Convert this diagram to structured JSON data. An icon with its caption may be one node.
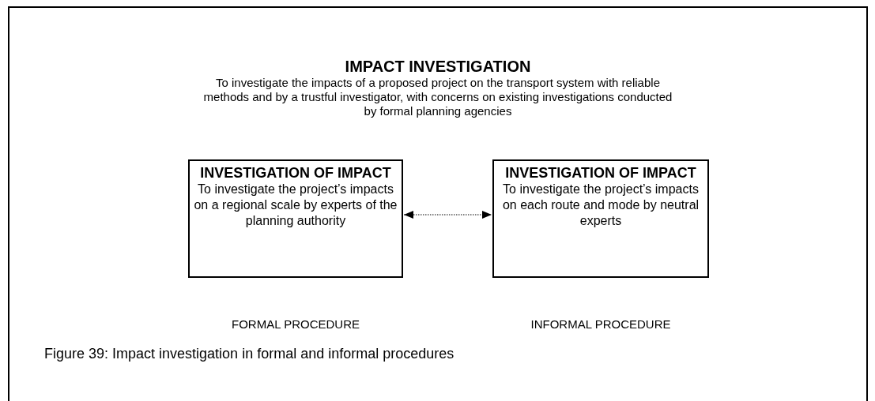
{
  "diagram": {
    "caption": "Figure 39: Impact investigation in formal and informal procedures",
    "nodes": [
      {
        "text": [
          "IMPACT INVESTIGATION",
          "To investigate the impacts of a proposed project on the  transport system with reliable methods and by a trustful investigator, with concerns on existing investigations conducted by formal planning agencies"
        ]
      },
      {
        "text": [
          "INVESTIGATION OF IMPACT",
          "To investigate the project’s impacts on a regional scale by experts of the planning authority"
        ],
        "in": 0,
        "beside": [
          "FORMAL PROCEDURE"
        ]
      },
      {
        "text": [
          "INVESTIGATION OF IMPACT",
          "To investigate the project’s impacts on each route and mode by neutral experts"
        ],
        "in": 0,
        "beside": [
          "INFORMAL PROCEDURE"
        ]
      }
    ],
    "edges": [
      {
        "from": 1,
        "to": 2,
        "arrow": "both",
        "style": "dashed"
      }
    ]
  }
}
